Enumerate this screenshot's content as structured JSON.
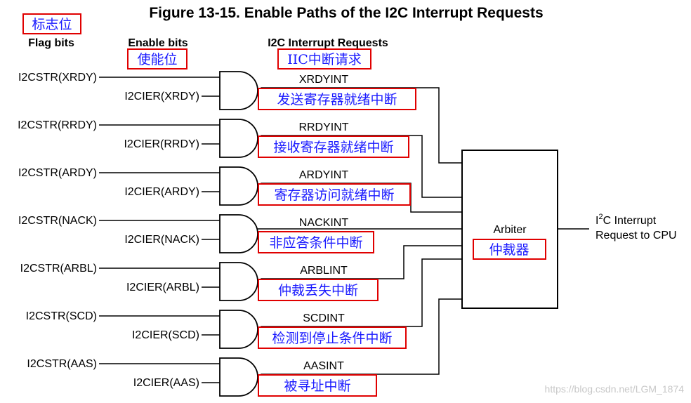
{
  "title": "Figure 13-15. Enable Paths of the I2C Interrupt Requests",
  "watermark": "https://blog.csdn.net/LGM_1874",
  "annotation_color": "#e00000",
  "annotation_text_color": "#1a1aff",
  "headers": {
    "flag_bits": "Flag bits",
    "flag_bits_cn": "标志位",
    "enable_bits": "Enable bits",
    "enable_bits_cn": "使能位",
    "interrupt_requests": "I2C Interrupt Requests",
    "interrupt_requests_cn": "IIC中断请求"
  },
  "rows": [
    {
      "flag": "I2CSTR(XRDY)",
      "enable": "I2CIER(XRDY)",
      "interrupt": "XRDYINT",
      "note": "发送寄存器就绪中断"
    },
    {
      "flag": "I2CSTR(RRDY)",
      "enable": "I2CIER(RRDY)",
      "interrupt": "RRDYINT",
      "note": "接收寄存器就绪中断"
    },
    {
      "flag": "I2CSTR(ARDY)",
      "enable": "I2CIER(ARDY)",
      "interrupt": "ARDYINT",
      "note": "寄存器访问就绪中断"
    },
    {
      "flag": "I2CSTR(NACK)",
      "enable": "I2CIER(NACK)",
      "interrupt": "NACKINT",
      "note": "非应答条件中断"
    },
    {
      "flag": "I2CSTR(ARBL)",
      "enable": "I2CIER(ARBL)",
      "interrupt": "ARBLINT",
      "note": "仲裁丢失中断"
    },
    {
      "flag": "I2CSTR(SCD)",
      "enable": "I2CIER(SCD)",
      "interrupt": "SCDINT",
      "note": "检测到停止条件中断"
    },
    {
      "flag": "I2CSTR(AAS)",
      "enable": "I2CIER(AAS)",
      "interrupt": "AASINT",
      "note": "被寻址中断"
    }
  ],
  "arbiter": {
    "label": "Arbiter",
    "label_cn": "仲裁器"
  },
  "output": {
    "line1_prefix": "I",
    "line1_sup": "2",
    "line1_suffix": "C Interrupt",
    "line2": "Request to CPU"
  }
}
